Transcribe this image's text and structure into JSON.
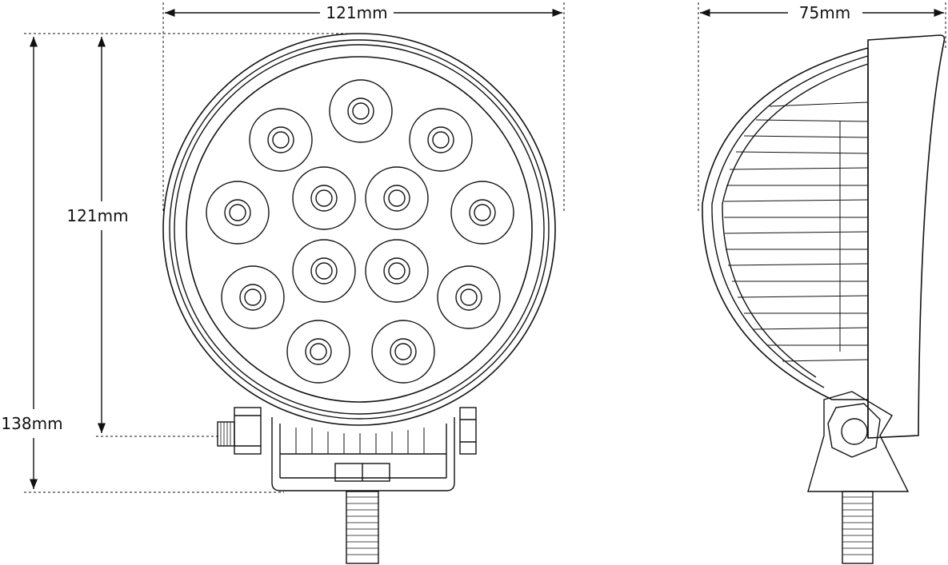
{
  "dimensions": {
    "front_width": "121mm",
    "front_height": "121mm",
    "total_height": "138mm",
    "side_depth": "75mm"
  },
  "colors": {
    "line": "#111111",
    "background": "#ffffff"
  },
  "led_count": 13
}
